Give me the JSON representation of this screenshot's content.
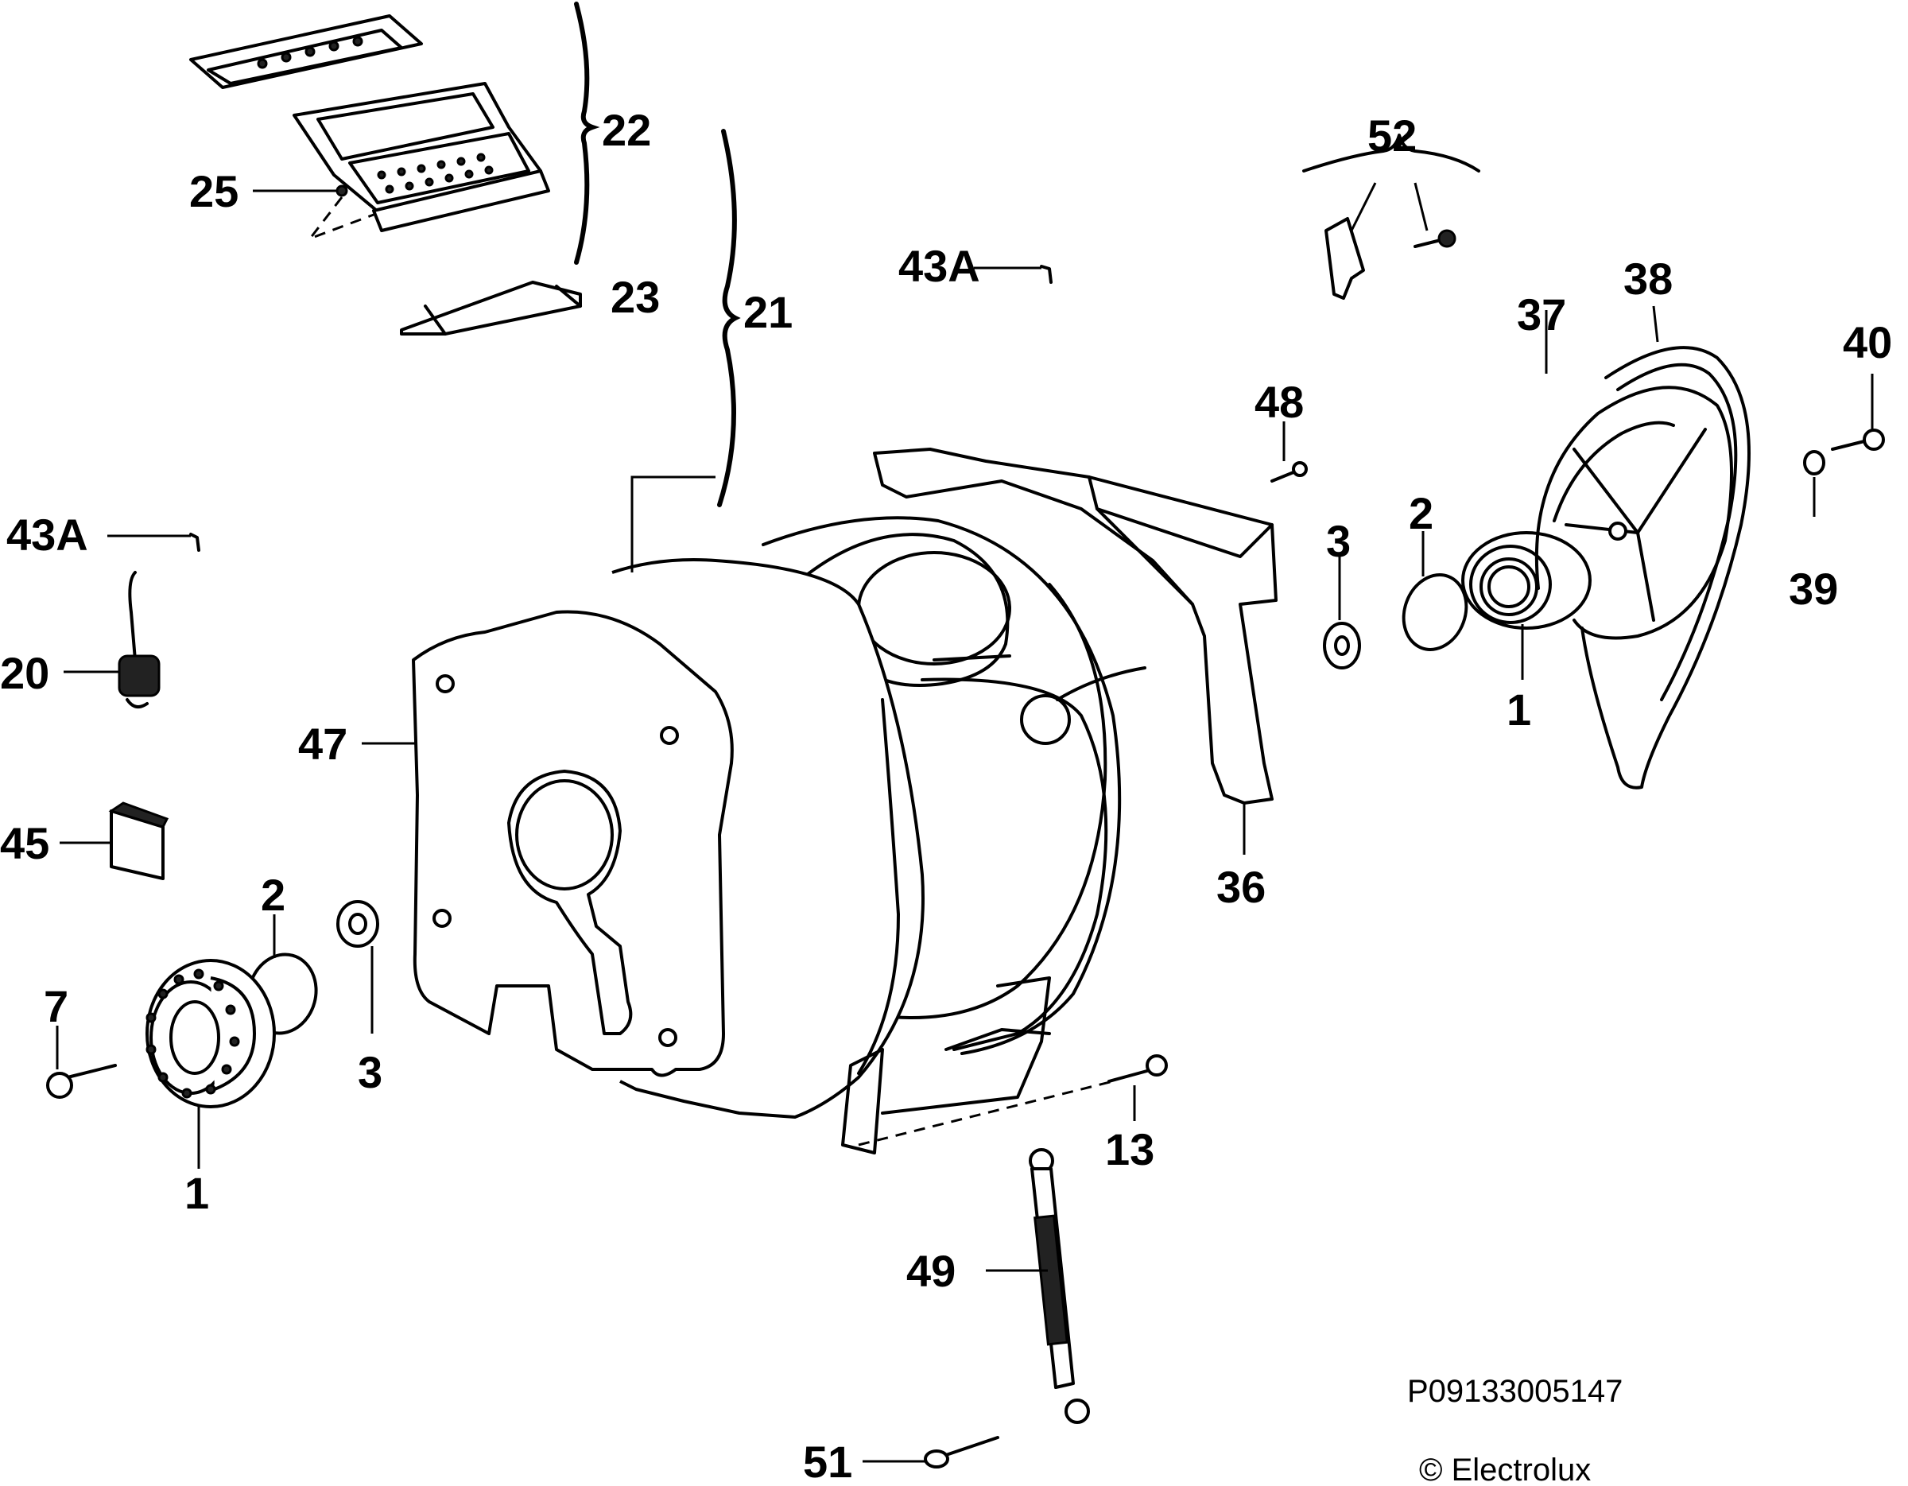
{
  "labels": {
    "l22": "22",
    "l25": "25",
    "l23": "23",
    "l21": "21",
    "l43a_top": "43A",
    "l52": "52",
    "l38": "38",
    "l37": "37",
    "l40": "40",
    "l48": "48",
    "l2_right": "2",
    "l3_right": "3",
    "l39": "39",
    "l1_right": "1",
    "l43a_left": "43A",
    "l20": "20",
    "l47": "47",
    "l45": "45",
    "l2_left": "2",
    "l3_left": "3",
    "l7": "7",
    "l1_left": "1",
    "l36": "36",
    "l13": "13",
    "l49": "49",
    "l51": "51"
  },
  "footer": {
    "part_number": "P09133005147",
    "copyright": "© Electrolux"
  }
}
